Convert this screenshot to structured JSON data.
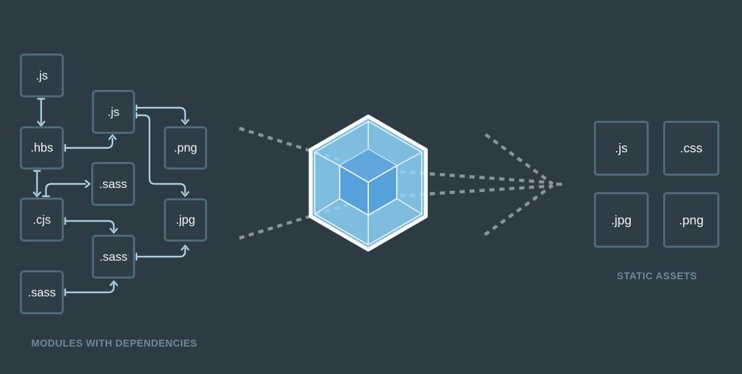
{
  "colors": {
    "background": "#2d3b45",
    "box-border": "#4f6b79",
    "box-text": "#eef3f6",
    "label-text": "#6d8898",
    "connector-blue": "#aed2e3",
    "dash-gray": "#8b949b",
    "logo-cube-blue": "#57a1db",
    "logo-cube-top": "#61a7de",
    "logo-outline": "#ffffff"
  },
  "modules_section": {
    "title": "MODULES WITH DEPENDENCIES",
    "boxes": [
      {
        "id": "js-1",
        "label": ".js"
      },
      {
        "id": "js-2",
        "label": ".js"
      },
      {
        "id": "hbs",
        "label": ".hbs"
      },
      {
        "id": "png",
        "label": ".png"
      },
      {
        "id": "sass-1",
        "label": ".sass"
      },
      {
        "id": "cjs",
        "label": ".cjs"
      },
      {
        "id": "jpg",
        "label": ".jpg"
      },
      {
        "id": "sass-2",
        "label": ".sass"
      },
      {
        "id": "sass-3",
        "label": ".sass"
      }
    ]
  },
  "bundler": {
    "icon": "webpack-cube-logo"
  },
  "assets_section": {
    "title": "STATIC ASSETS",
    "boxes": [
      {
        "id": "out-js",
        "label": ".js"
      },
      {
        "id": "out-css",
        "label": ".css"
      },
      {
        "id": "out-jpg",
        "label": ".jpg"
      },
      {
        "id": "out-png",
        "label": ".png"
      }
    ]
  }
}
